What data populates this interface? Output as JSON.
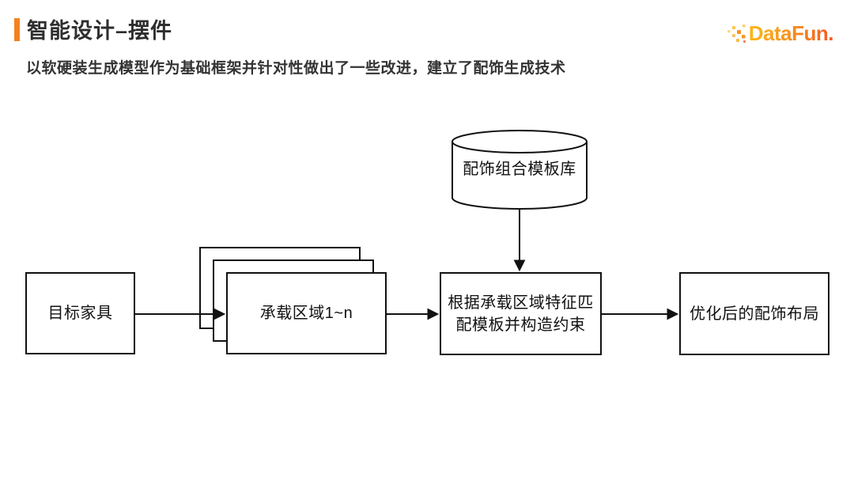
{
  "header": {
    "title": "智能设计–摆件",
    "subtitle": "以软硬装生成模型作为基础框架并针对性做出了一些改进，建立了配饰生成技术",
    "accent_color": "#F5821F",
    "title_color": "#2e2e2e"
  },
  "logo": {
    "text": "DataFun.",
    "gradient": [
      "#FDB813",
      "#F7941E",
      "#F15A24"
    ]
  },
  "diagram": {
    "stroke_color": "#111111",
    "fill_color": "#ffffff",
    "nodes": {
      "template_db": {
        "shape": "cylinder",
        "label": "配饰组合模板库"
      },
      "target_furniture": {
        "shape": "rect",
        "label": "目标家具"
      },
      "bearing_areas": {
        "shape": "stacked-rect",
        "stack_count": 3,
        "label": "承载区域1~n"
      },
      "match_constraints": {
        "shape": "rect",
        "label": "根据承载区域特征匹\n配模板并构造约束"
      },
      "optimized_layout": {
        "shape": "rect",
        "label": "优化后的配饰布局"
      }
    },
    "edges": [
      {
        "from": "target_furniture",
        "to": "bearing_areas"
      },
      {
        "from": "bearing_areas",
        "to": "match_constraints"
      },
      {
        "from": "template_db",
        "to": "match_constraints"
      },
      {
        "from": "match_constraints",
        "to": "optimized_layout"
      }
    ]
  }
}
